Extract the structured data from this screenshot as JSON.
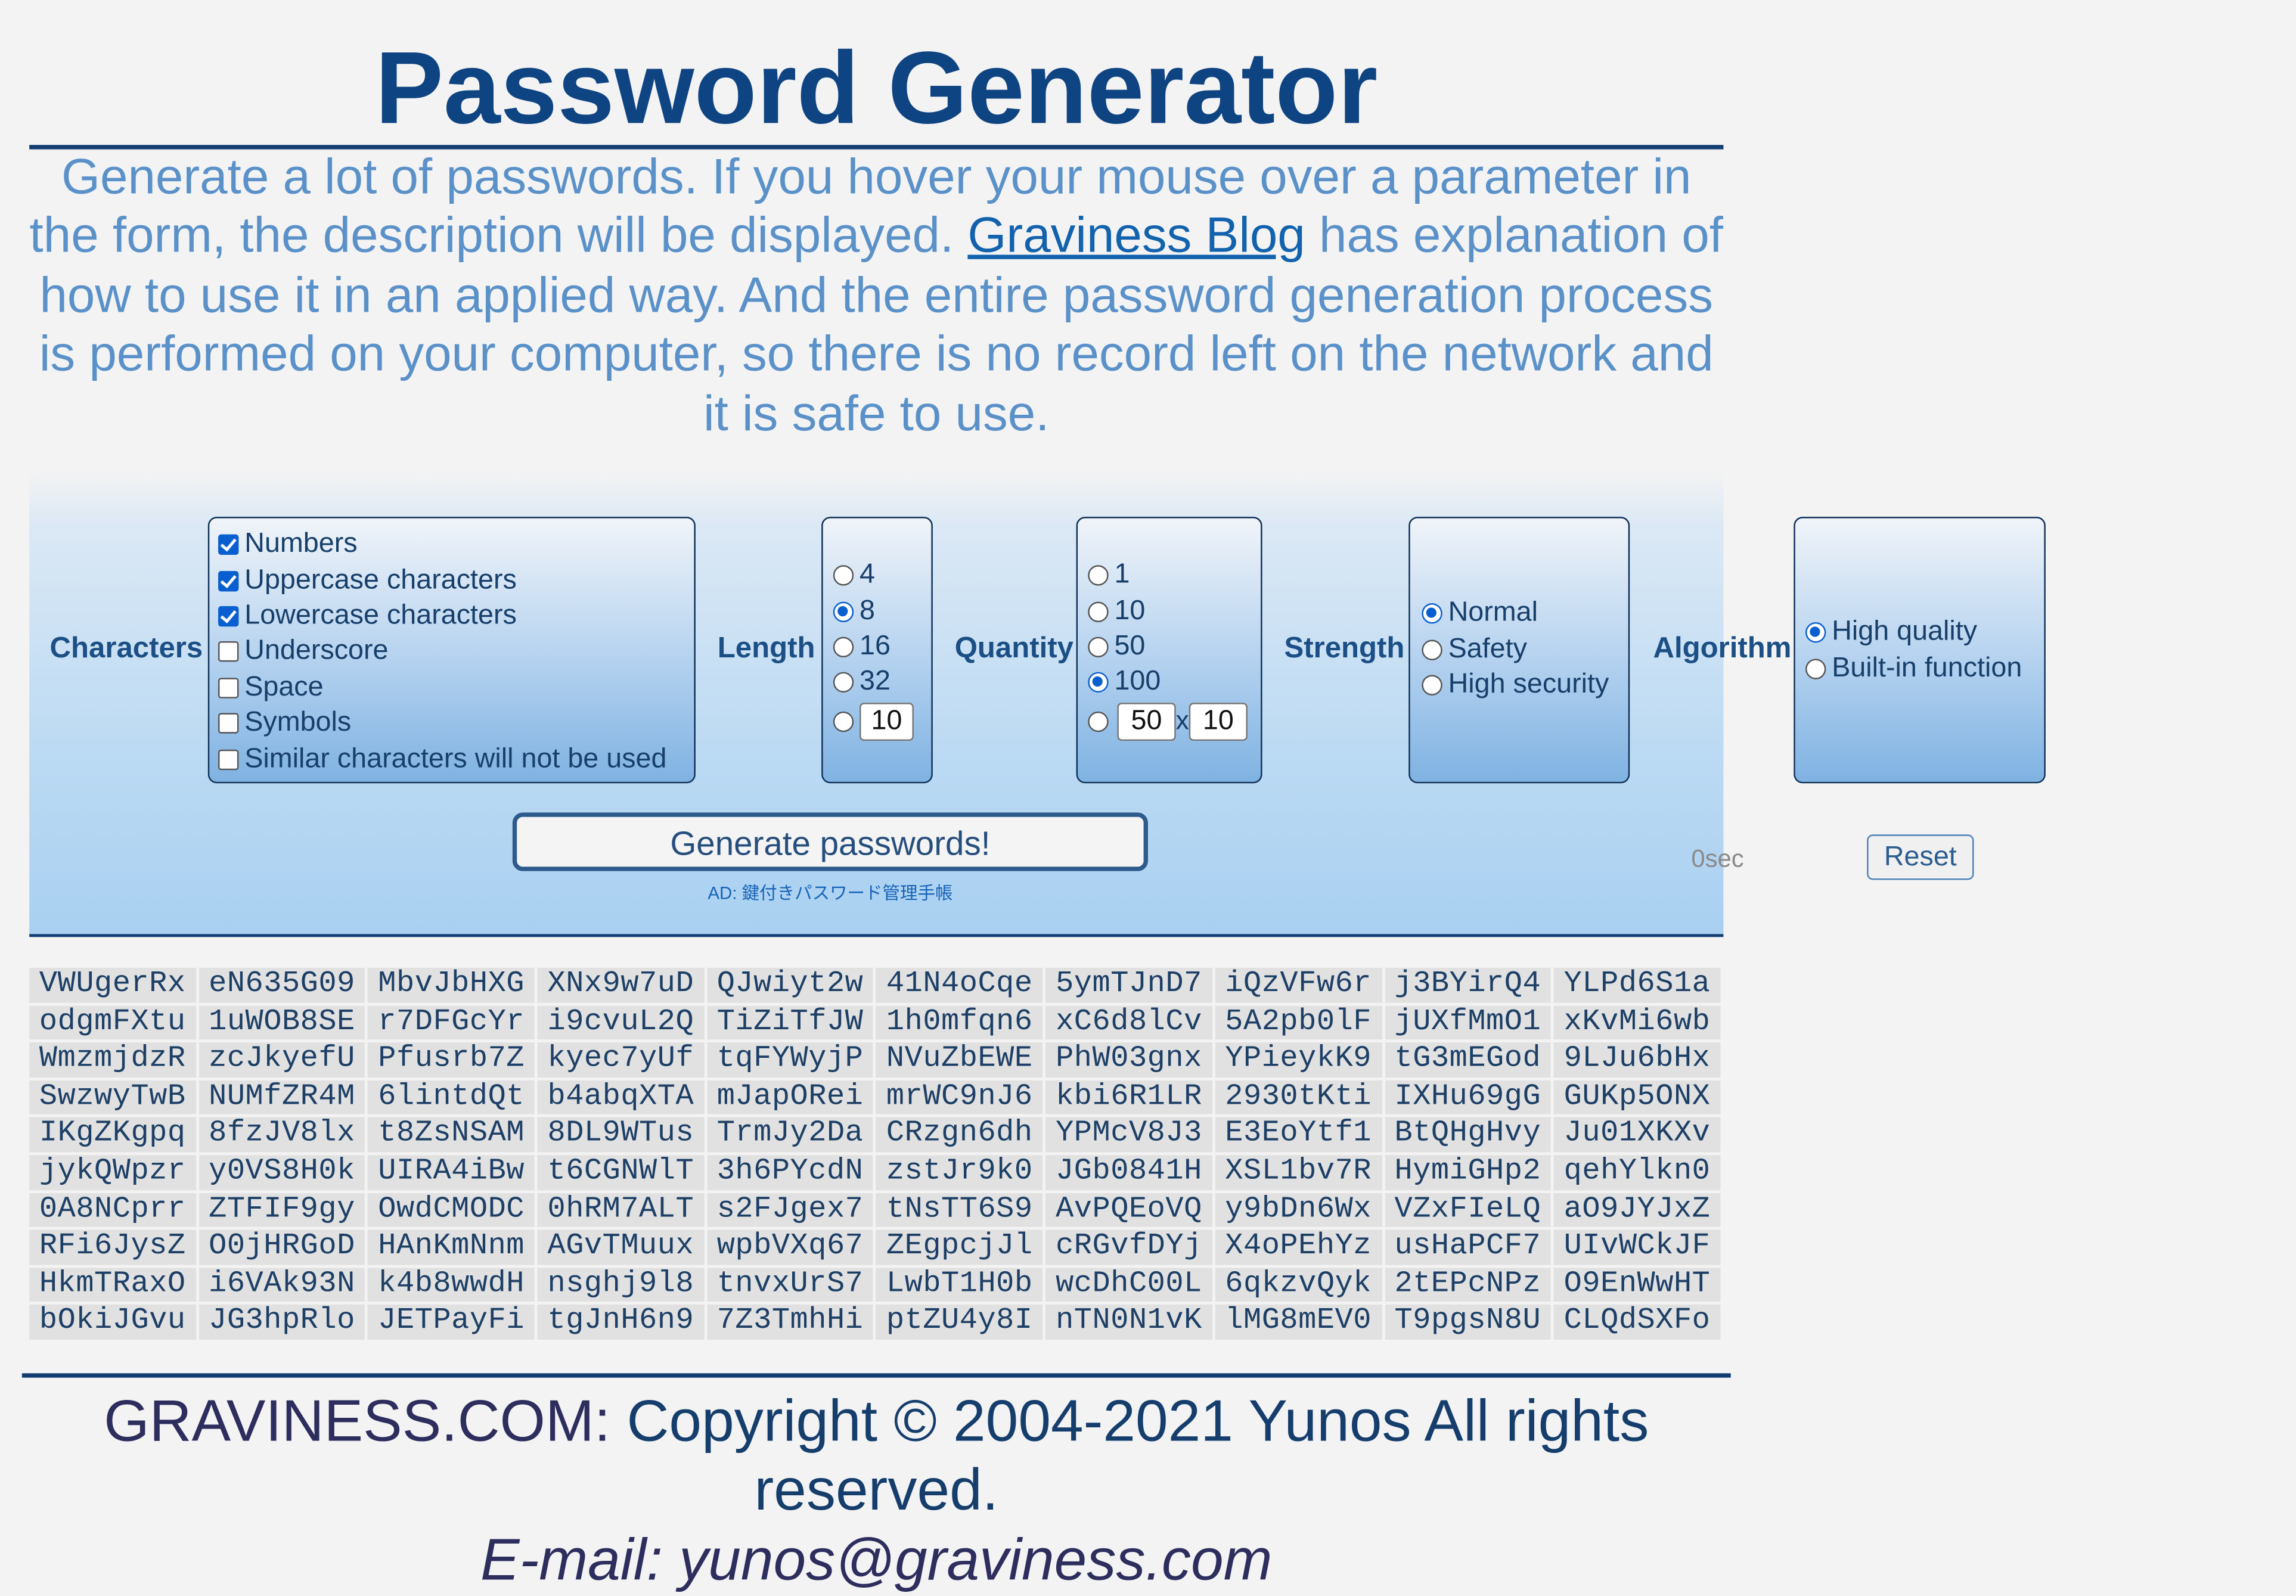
{
  "page": {
    "title": "Password Generator",
    "intro_before_link": "Generate a lot of passwords. If you hover your mouse over a parameter in the form, the description will be displayed.",
    "intro_link": "Graviness Blog",
    "intro_after_link": "has explanation of how to use it in an applied way. And the entire password generation process is performed on your computer, so there is no record left on the network and it is safe to use."
  },
  "form": {
    "characters": {
      "label": "Characters",
      "options": [
        {
          "label": "Numbers",
          "checked": true
        },
        {
          "label": "Uppercase characters",
          "checked": true
        },
        {
          "label": "Lowercase characters",
          "checked": true
        },
        {
          "label": "Underscore",
          "checked": false
        },
        {
          "label": "Space",
          "checked": false
        },
        {
          "label": "Symbols",
          "checked": false
        },
        {
          "label": "Similar characters will not be used",
          "checked": false
        }
      ]
    },
    "length": {
      "label": "Length",
      "options": [
        {
          "label": "4",
          "selected": false
        },
        {
          "label": "8",
          "selected": true
        },
        {
          "label": "16",
          "selected": false
        },
        {
          "label": "32",
          "selected": false
        }
      ],
      "custom_value": "10"
    },
    "quantity": {
      "label": "Quantity",
      "options": [
        {
          "label": "1",
          "selected": false
        },
        {
          "label": "10",
          "selected": false
        },
        {
          "label": "50",
          "selected": false
        },
        {
          "label": "100",
          "selected": true
        }
      ],
      "custom_rows": "50",
      "times_sign": "x",
      "custom_cols": "10"
    },
    "strength": {
      "label": "Strength",
      "options": [
        {
          "label": "Normal",
          "selected": true
        },
        {
          "label": "Safety",
          "selected": false
        },
        {
          "label": "High security",
          "selected": false
        }
      ]
    },
    "algorithm": {
      "label": "Algorithm",
      "options": [
        {
          "label": "High quality",
          "selected": true
        },
        {
          "label": "Built-in function",
          "selected": false
        }
      ]
    },
    "generate_label": "Generate passwords!",
    "ad_text": "AD: 鍵付きパスワード管理手帳",
    "elapsed": "0sec",
    "reset_label": "Reset"
  },
  "passwords": [
    [
      "VWUgerRx",
      "eN635G09",
      "MbvJbHXG",
      "XNx9w7uD",
      "QJwiyt2w",
      "41N4oCqe",
      "5ymTJnD7",
      "iQzVFw6r",
      "j3BYirQ4",
      "YLPd6S1a"
    ],
    [
      "odgmFXtu",
      "1uWOB8SE",
      "r7DFGcYr",
      "i9cvuL2Q",
      "TiZiTfJW",
      "1h0mfqn6",
      "xC6d8lCv",
      "5A2pb0lF",
      "jUXfMmO1",
      "xKvMi6wb"
    ],
    [
      "WmzmjdzR",
      "zcJkyefU",
      "Pfusrb7Z",
      "kyec7yUf",
      "tqFYWyjP",
      "NVuZbEWE",
      "PhW03gnx",
      "YPieykK9",
      "tG3mEGod",
      "9LJu6bHx"
    ],
    [
      "SwzwyTwB",
      "NUMfZR4M",
      "6lintdQt",
      "b4abqXTA",
      "mJapORei",
      "mrWC9nJ6",
      "kbi6R1LR",
      "2930tKti",
      "IXHu69gG",
      "GUKp5ONX"
    ],
    [
      "IKgZKgpq",
      "8fzJV8lx",
      "t8ZsNSAM",
      "8DL9WTus",
      "TrmJy2Da",
      "CRzgn6dh",
      "YPMcV8J3",
      "E3EoYtf1",
      "BtQHgHvy",
      "Ju01XKXv"
    ],
    [
      "jykQWpzr",
      "y0VS8H0k",
      "UIRA4iBw",
      "t6CGNWlT",
      "3h6PYcdN",
      "zstJr9k0",
      "JGb0841H",
      "XSL1bv7R",
      "HymiGHp2",
      "qehYlkn0"
    ],
    [
      "0A8NCprr",
      "ZTFIF9gy",
      "OwdCMODC",
      "0hRM7ALT",
      "s2FJgex7",
      "tNsTT6S9",
      "AvPQEoVQ",
      "y9bDn6Wx",
      "VZxFIeLQ",
      "aO9JYJxZ"
    ],
    [
      "RFi6JysZ",
      "O0jHRGoD",
      "HAnKmNnm",
      "AGvTMuux",
      "wpbVXq67",
      "ZEgpcjJl",
      "cRGvfDYj",
      "X4oPEhYz",
      "usHaPCF7",
      "UIvWCkJF"
    ],
    [
      "HkmTRaxO",
      "i6VAk93N",
      "k4b8wwdH",
      "nsghj9l8",
      "tnvxUrS7",
      "LwbT1H0b",
      "wcDhC00L",
      "6qkzvQyk",
      "2tEPcNPz",
      "O9EnWwHT"
    ],
    [
      "bOkiJGvu",
      "JG3hpRlo",
      "JETPayFi",
      "tgJnH6n9",
      "7Z3TmhHi",
      "ptZU4y8I",
      "nTN0N1vK",
      "lMG8mEV0",
      "T9pgsN8U",
      "CLQdSXFo"
    ]
  ],
  "footer": {
    "site": "GRAVINESS.COM:",
    "copyright": "Copyright © 2004-2021 Yunos All rights reserved.",
    "email": "E-mail: yunos@graviness.com"
  },
  "colors": {
    "title": "#0f4482",
    "intro_text": "#5b91c9",
    "link": "#1262ad",
    "accent_check": "#0a5fd0",
    "rule": "#123d73"
  }
}
